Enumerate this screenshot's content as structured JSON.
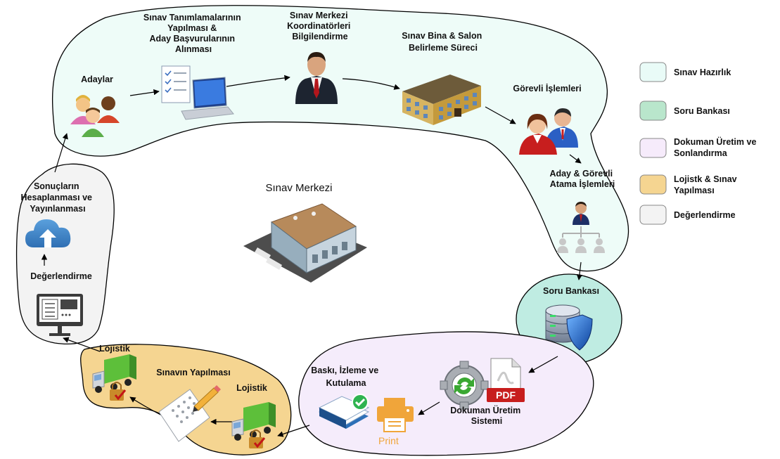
{
  "regions": {
    "sinav_hazirlik": {
      "label": "Sınav Hazırlık",
      "color": "#eefcf8"
    },
    "soru_bankasi": {
      "label": "Soru Bankası",
      "color": "#bfece2"
    },
    "dokuman": {
      "label": "Dokuman Üretim ve Sonlandırma",
      "color": "#f5ecfb"
    },
    "lojistik": {
      "label": "Lojistk & Sınav Yapılması",
      "color": "#f5d591"
    },
    "degerlendirme": {
      "label": "Değerlendirme",
      "color": "#f3f3f3"
    }
  },
  "legend": {
    "items": [
      {
        "label": "Sınav Hazırlık",
        "color": "#e9fbf7"
      },
      {
        "label": "Soru Bankası",
        "color": "#b9e6cc"
      },
      {
        "label": "Dokuman Üretim ve",
        "label2": "Sonlandırma",
        "color": "#f6ebfb"
      },
      {
        "label": "Lojistk & Sınav",
        "label2": "Yapılması",
        "color": "#f5d591"
      },
      {
        "label": "Değerlendirme",
        "color": "#f3f3f3"
      }
    ]
  },
  "nodes": {
    "adaylar": "Adaylar",
    "tanimlama": [
      "Sınav Tanımlamalarının",
      "Yapılması &",
      "Aday Başvurularının",
      "Alınması"
    ],
    "koordinator": [
      "Sınav Merkezi",
      "Koordinatörleri",
      "Bilgilendirme"
    ],
    "bina": [
      "Sınav Bina & Salon",
      "Belirleme Süreci"
    ],
    "gorevli": "Görevli İşlemleri",
    "atama": [
      "Aday & Görevli",
      "Atama İşlemleri"
    ],
    "soru_bankasi": "Soru Bankası",
    "dokuman": [
      "Dokuman Üretim",
      "Sistemi"
    ],
    "baski": [
      "Baskı, İzleme ve",
      "Kutulama"
    ],
    "print_label": "Print",
    "pdf_label": "PDF",
    "lojistik_right": "Lojistik",
    "sinav_yapilmasi": "Sınavın Yapılması",
    "lojistik_left": "Lojistik",
    "degerlendirme": "Değerlendirme",
    "sonuclar": [
      "Sonuçların",
      "Hesaplanması ve",
      "Yayınlanması"
    ],
    "sinav_merkezi": "Sınav Merkezi"
  }
}
